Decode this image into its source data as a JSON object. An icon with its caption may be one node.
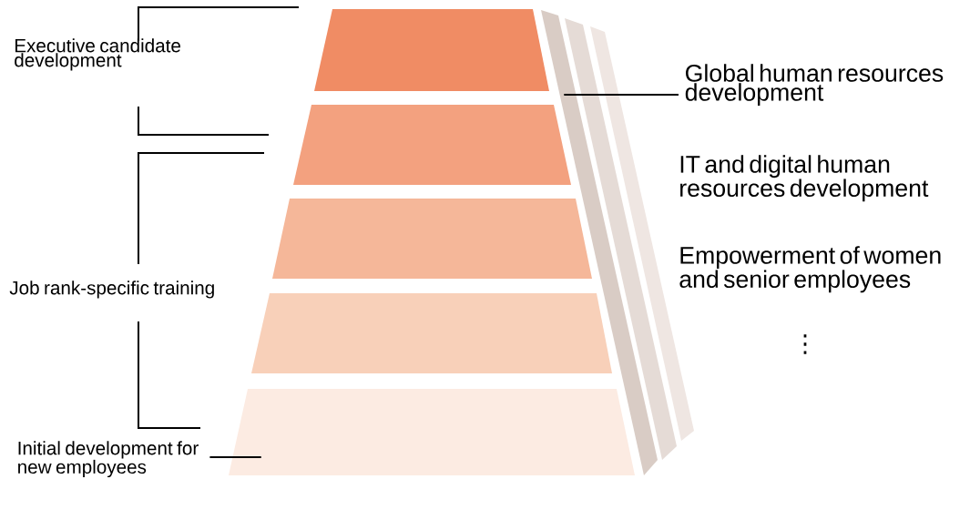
{
  "diagram": {
    "nodes": [
      {
        "text": [],
        "shape": "trapezoid"
      },
      {
        "text": [],
        "shape": "trapezoid"
      },
      {
        "text": [],
        "shape": "trapezoid"
      },
      {
        "text": [],
        "shape": "trapezoid"
      },
      {
        "text": [],
        "shape": "trapezoid"
      },
      {
        "text": [],
        "shape": "bar"
      },
      {
        "text": [],
        "shape": "bar"
      },
      {
        "text": [],
        "shape": "bar"
      },
      {
        "text": [
          "Initial development for new employees"
        ]
      },
      {
        "text": [
          "Global human resources development"
        ]
      }
    ],
    "edges": [
      {
        "from": 8,
        "to": 4,
        "arrow": "none"
      },
      {
        "from": 9,
        "to": 5,
        "arrow": "none"
      }
    ],
    "labels": [
      "Executive candidate development",
      "Job rank-specific training",
      "IT and digital human resources development",
      "Empowerment of women and senior employees",
      "⋮"
    ]
  }
}
